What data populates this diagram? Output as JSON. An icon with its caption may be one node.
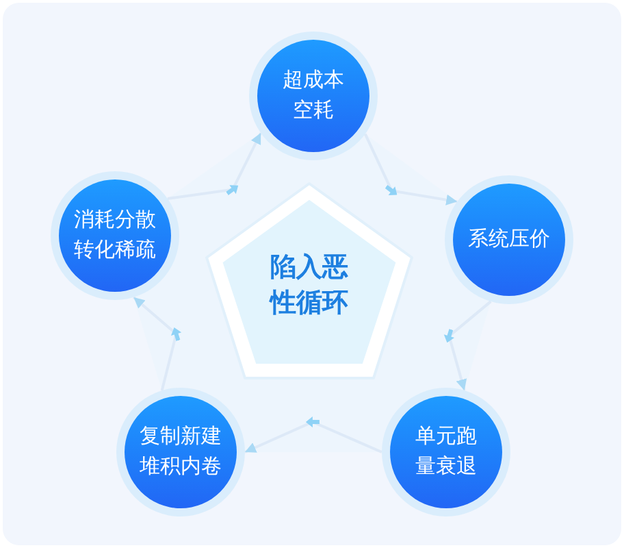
{
  "diagram": {
    "nodes": [
      {
        "text": [
          "陷入恶性循环"
        ]
      },
      {
        "text": [
          "超成本空耗"
        ]
      },
      {
        "text": [
          "系统压价"
        ]
      },
      {
        "text": [
          "单元跑量衰退"
        ]
      },
      {
        "text": [
          "复制新建堆积内卷"
        ]
      },
      {
        "text": [
          "消耗分散转化稀疏"
        ]
      }
    ],
    "edges": [
      {
        "from": 1,
        "to": 2,
        "arrow": "to"
      },
      {
        "from": 2,
        "to": 3,
        "arrow": "to"
      },
      {
        "from": 3,
        "to": 4,
        "arrow": "to"
      },
      {
        "from": 4,
        "to": 5,
        "arrow": "to"
      },
      {
        "from": 5,
        "to": 1,
        "arrow": "to"
      }
    ]
  }
}
